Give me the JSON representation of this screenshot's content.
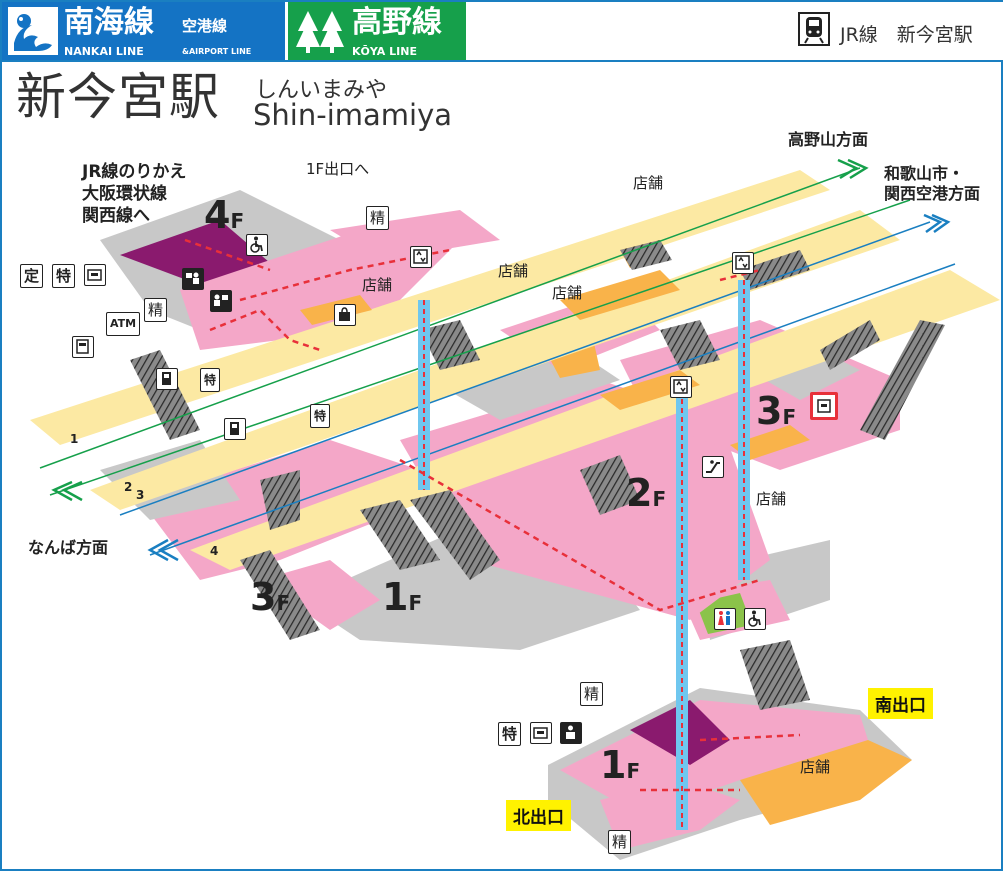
{
  "header": {
    "nankai_line_name": "南海線",
    "nankai_line_sub": "空港線",
    "nankai_line_en": "NANKAI LINE",
    "nankai_line_en_sub": "&AIRPORT LINE",
    "koya_line_name": "高野線",
    "koya_line_en": "KŌYA LINE",
    "jr_connection": "JR線　新今宮駅"
  },
  "station": {
    "name_jp": "新今宮駅",
    "name_kana": "しんいまみや",
    "name_romaji": "Shin-imamiya"
  },
  "directions": {
    "koyasan": "高野山方面",
    "wakayama_line1": "和歌山市・",
    "wakayama_line2": "関西空港方面",
    "namba": "なんば方面",
    "jr_transfer_line1": "JR線のりかえ",
    "jr_transfer_line2": "大阪環状線",
    "jr_transfer_line3": "関西線へ",
    "to_1f_exit": "1F出口へ"
  },
  "floors": {
    "f4_num": "4",
    "f4_suffix": "F",
    "f3_right_num": "3",
    "f3_right_suffix": "F",
    "f2_num": "2",
    "f2_suffix": "F",
    "f3_left_num": "3",
    "f3_left_suffix": "F",
    "f1_mid_num": "1",
    "f1_mid_suffix": "F",
    "f1_bottom_num": "1",
    "f1_bottom_suffix": "F"
  },
  "tracks": {
    "t1": "1",
    "t2": "2",
    "t3": "3",
    "t4": "4"
  },
  "shops": {
    "shop_top": "店舗",
    "shop_4f": "店舗",
    "shop_platform": "店舗",
    "shop_3f": "店舗",
    "shop_right": "店舗",
    "shop_1f": "店舗"
  },
  "exits": {
    "south": "南出口",
    "north": "北出口"
  },
  "signs": {
    "teiki": "定",
    "tokkyu": "特",
    "seisan_top": "精",
    "seisan_4f": "精",
    "atm": "ATM",
    "tokkyu_4f": "特",
    "tokkyu_3f": "特",
    "seisan_1f_top": "精",
    "tokkyu_1f": "特",
    "seisan_1f_bottom": "精"
  },
  "colors": {
    "nankai_blue": "#1473c4",
    "koya_green": "#16a04b",
    "concourse_pink": "#f4a7c8",
    "platform_yellow": "#fce9a3",
    "shop_orange": "#f9b34a",
    "gate_purple": "#8a1a6e",
    "floor_gray": "#c8c8c8",
    "route_red": "#e8303a",
    "exit_yellow": "#fff200",
    "elevator_cyan": "#6fc7ef"
  },
  "icons": [
    "nankai-logo-icon",
    "koya-logo-icon",
    "jr-train-icon",
    "wheelchair-icon",
    "ticket-office-icon",
    "coin-locker-icon",
    "elevator-icon",
    "escalator-icon",
    "restroom-icon",
    "shopping-bag-icon",
    "ticket-machine-icon",
    "vending-machine-icon"
  ]
}
